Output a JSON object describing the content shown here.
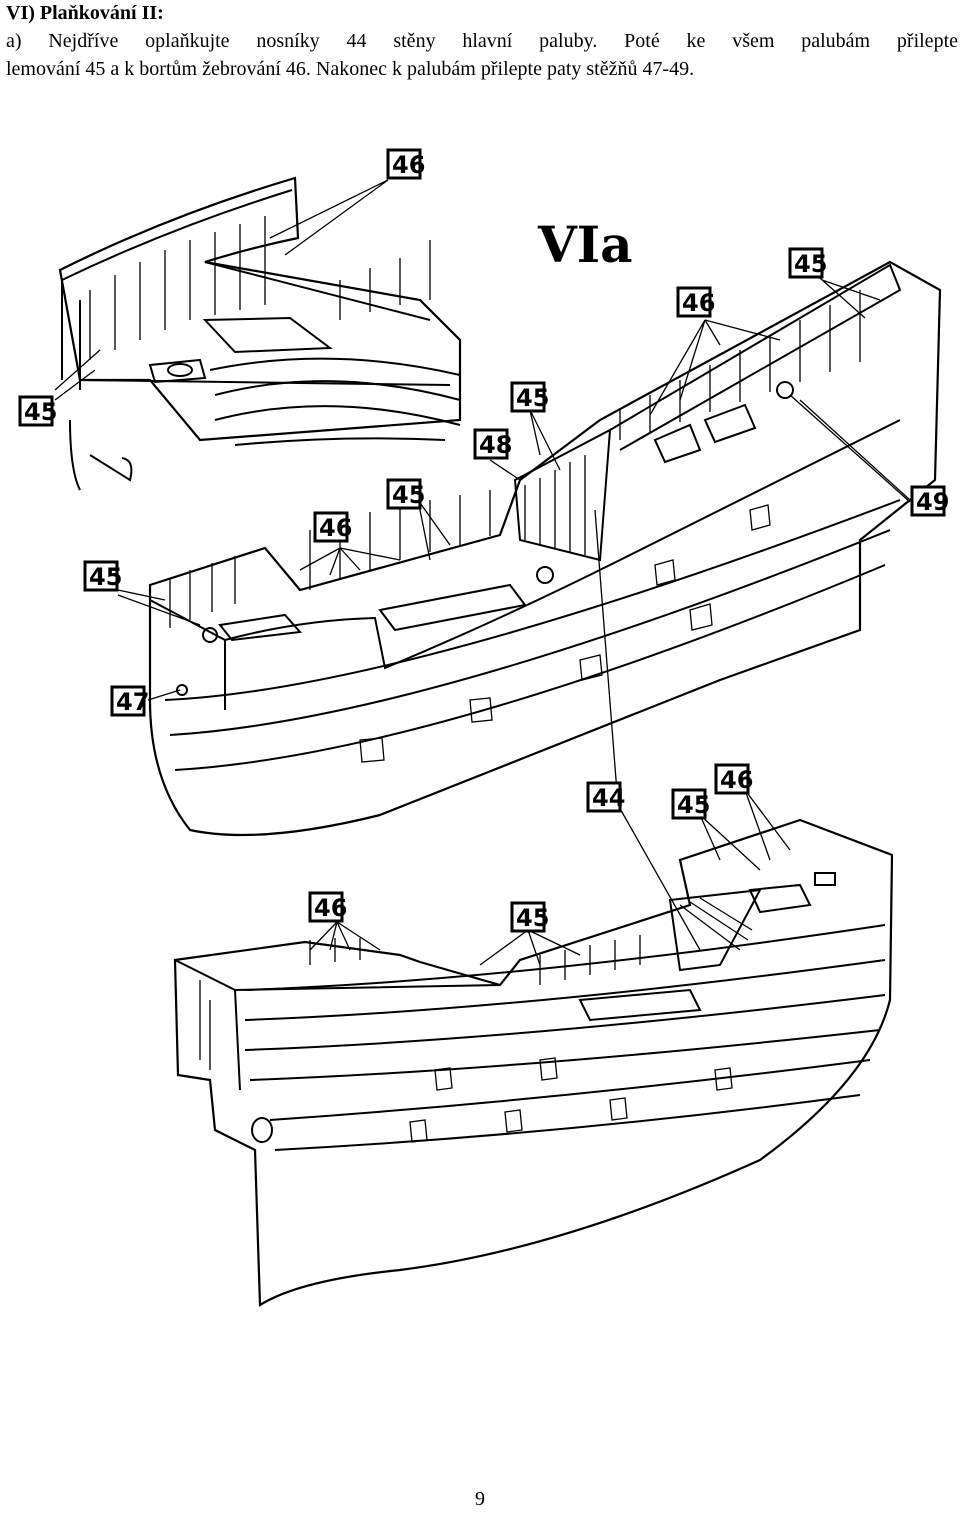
{
  "heading": "VI) Plaňkování II:",
  "instructions": {
    "line1": "a) Nejdříve oplaňkujte nosníky 44 stěny hlavní paluby. Poté ke všem palubám přilepte",
    "line2": "lemování 45 a k bortům žebrování 46. Nakonec k palubám přilepte paty stěžňů 47-49."
  },
  "figure": {
    "title": "VIa",
    "callouts": [
      "46",
      "45",
      "46",
      "45",
      "48",
      "49",
      "45",
      "46",
      "45",
      "47",
      "44",
      "45",
      "46",
      "46",
      "45"
    ]
  },
  "page_number": "9"
}
